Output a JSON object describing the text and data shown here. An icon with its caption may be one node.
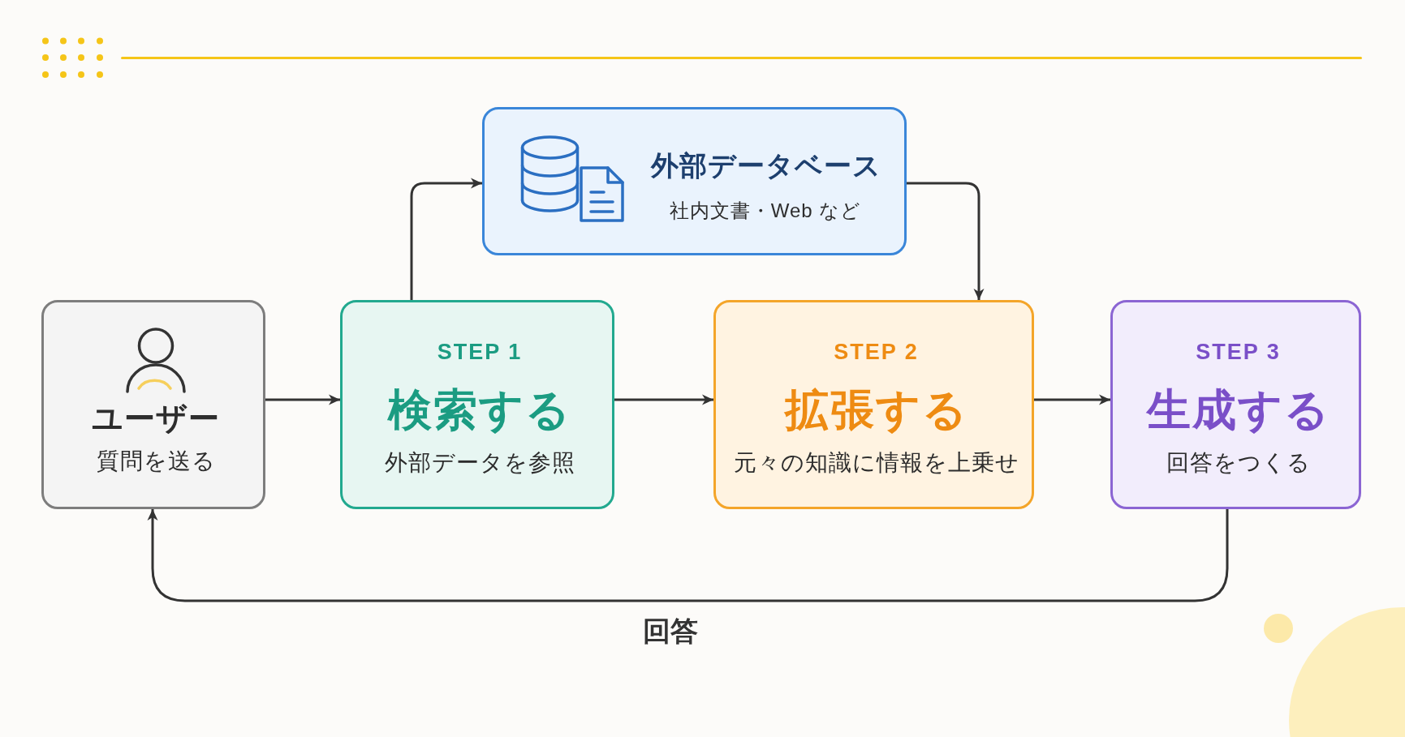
{
  "diagram": {
    "nodes": [
      {
        "text": [
          "ユーザー",
          "質問を送る"
        ]
      },
      {
        "text": [
          "STEP 1",
          "検索する",
          "外部データを参照"
        ]
      },
      {
        "text": [
          "外部データベース",
          "社内文書・Web など"
        ]
      },
      {
        "text": [
          "STEP 2",
          "拡張する",
          "元々の知識に情報を上乗せ"
        ]
      },
      {
        "text": [
          "STEP 3",
          "生成する",
          "回答をつくる"
        ]
      }
    ],
    "edges": [
      {
        "from": 0,
        "to": 1,
        "arrow": "to"
      },
      {
        "from": 1,
        "to": 2,
        "arrow": "to"
      },
      {
        "from": 2,
        "to": 3,
        "arrow": "to"
      },
      {
        "from": 1,
        "to": 3,
        "arrow": "to"
      },
      {
        "from": 3,
        "to": 4,
        "arrow": "to"
      },
      {
        "from": 4,
        "to": 0,
        "arrow": "to",
        "label": "回答"
      }
    ]
  }
}
